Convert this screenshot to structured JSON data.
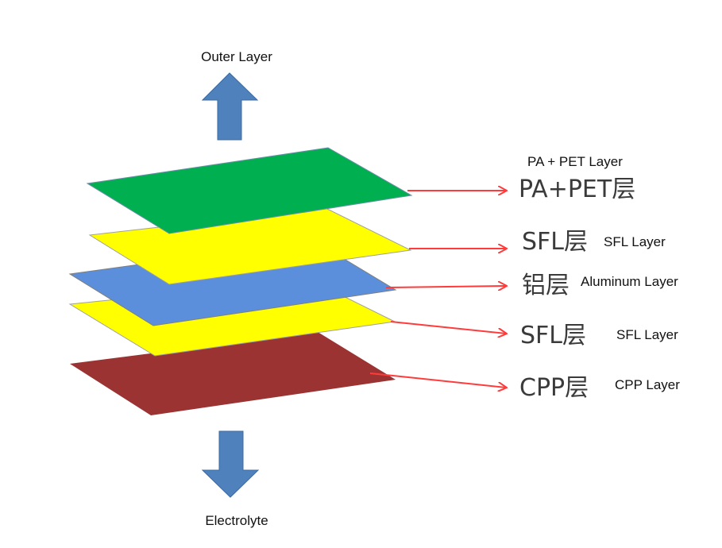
{
  "diagram": {
    "top_label": "Outer Layer",
    "bottom_label": "Electrolyte",
    "arrow_color": "#4f81bd",
    "connector_color": "#ff3b3b",
    "layers": [
      {
        "cn": "PA+PET层",
        "en": "PA + PET Layer",
        "color": "#00b050"
      },
      {
        "cn": "SFL层",
        "en": "SFL Layer",
        "color": "#ffff00"
      },
      {
        "cn": "铝层",
        "en": "Aluminum Layer",
        "color": "#5b8fdc"
      },
      {
        "cn": "SFL层",
        "en": "SFL Layer",
        "color": "#ffff00"
      },
      {
        "cn": "CPP层",
        "en": "CPP Layer",
        "color": "#9b3333"
      }
    ]
  }
}
